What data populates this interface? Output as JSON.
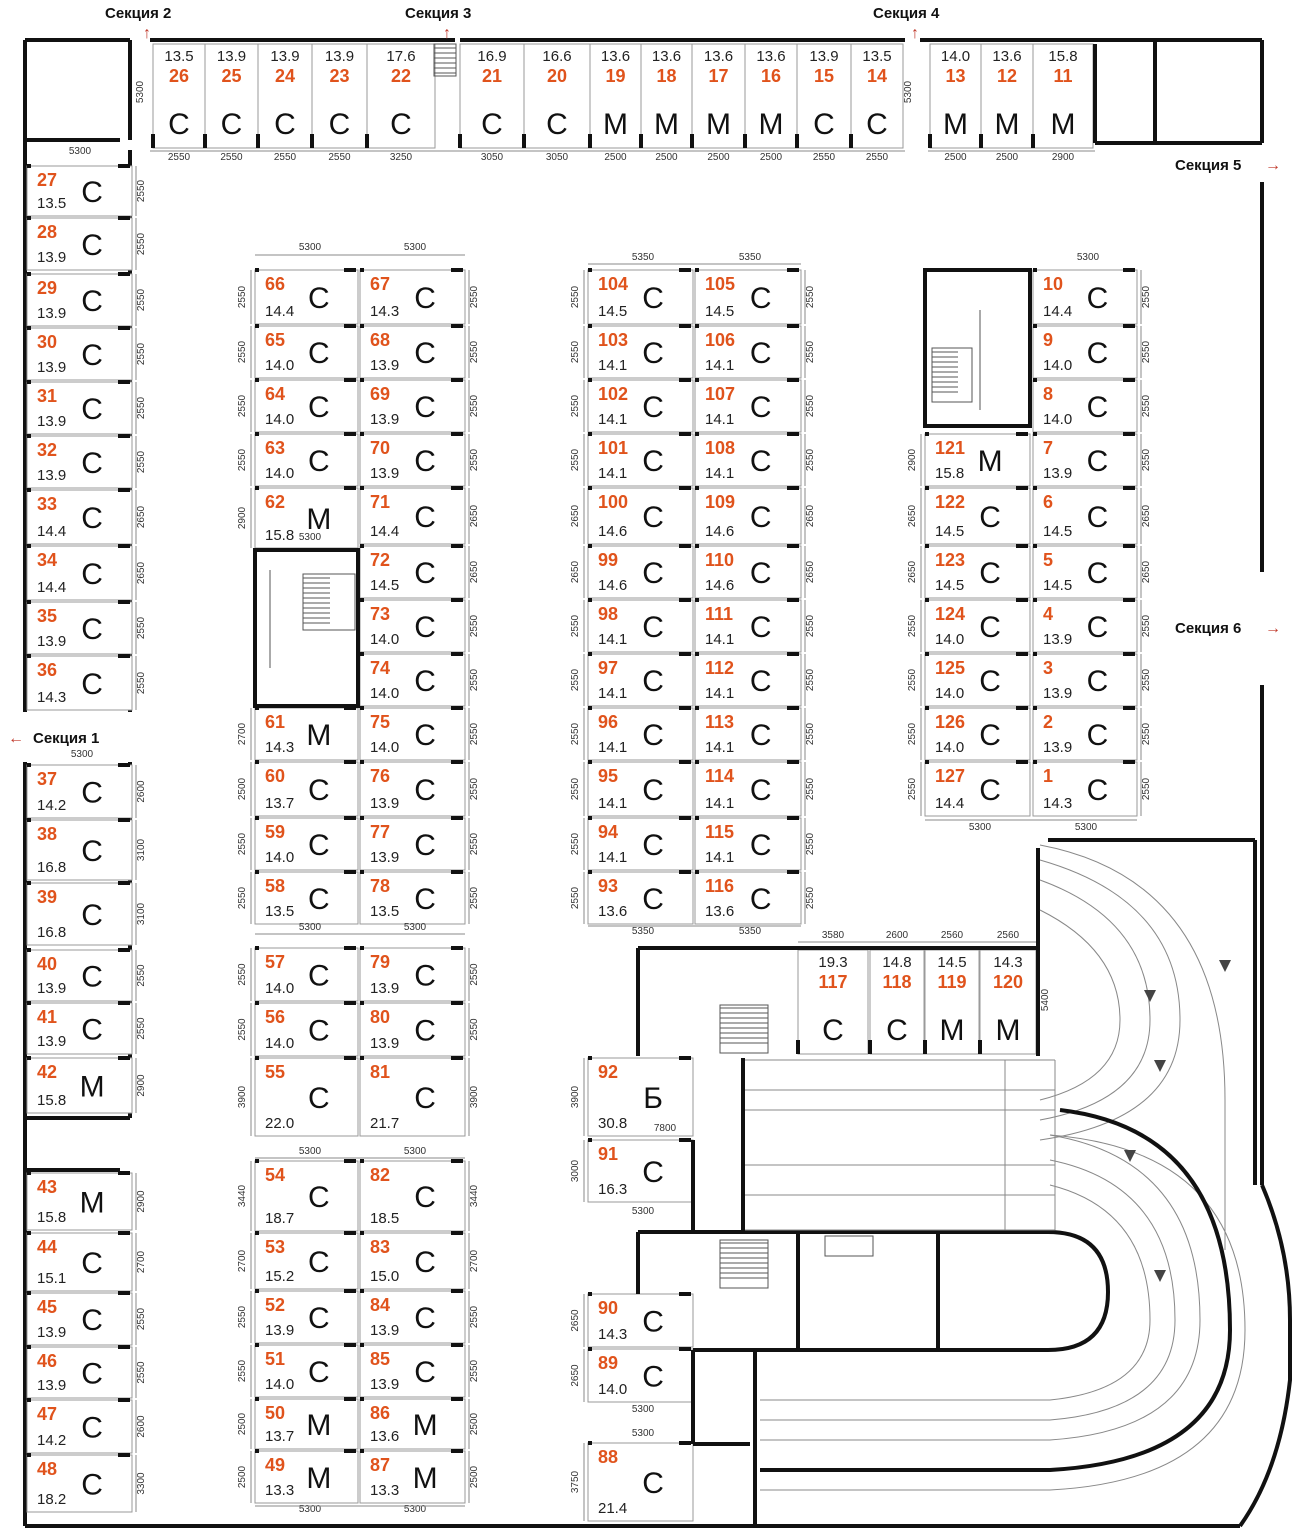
{
  "sections": [
    {
      "label": "Секция 2",
      "arrow": "↑"
    },
    {
      "label": "Секция 3",
      "arrow": "↑"
    },
    {
      "label": "Секция 4",
      "arrow": "↑"
    },
    {
      "label": "Секция 5",
      "arrow": "→"
    },
    {
      "label": "Секция 6",
      "arrow": "→"
    },
    {
      "label": "Секция 1",
      "arrow": "←"
    }
  ],
  "type_labels": {
    "C": "C",
    "M": "M",
    "B": "Б"
  },
  "top_units": [
    {
      "num": "26",
      "area": "13.5",
      "type": "C",
      "dim": "2550"
    },
    {
      "num": "25",
      "area": "13.9",
      "type": "C",
      "dim": "2550"
    },
    {
      "num": "24",
      "area": "13.9",
      "type": "C",
      "dim": "2550"
    },
    {
      "num": "23",
      "area": "13.9",
      "type": "C",
      "dim": "2550"
    },
    {
      "num": "22",
      "area": "17.6",
      "type": "C",
      "dim": "3250"
    },
    {
      "num": "21",
      "area": "16.9",
      "type": "C",
      "dim": "3050"
    },
    {
      "num": "20",
      "area": "16.6",
      "type": "C",
      "dim": "3050"
    },
    {
      "num": "19",
      "area": "13.6",
      "type": "M",
      "dim": "2500"
    },
    {
      "num": "18",
      "area": "13.6",
      "type": "M",
      "dim": "2500"
    },
    {
      "num": "17",
      "area": "13.6",
      "type": "M",
      "dim": "2500"
    },
    {
      "num": "16",
      "area": "13.6",
      "type": "M",
      "dim": "2500"
    },
    {
      "num": "15",
      "area": "13.9",
      "type": "C",
      "dim": "2550"
    },
    {
      "num": "14",
      "area": "13.5",
      "type": "C",
      "dim": "2550"
    },
    {
      "num": "13",
      "area": "14.0",
      "type": "M",
      "dim": "2500"
    },
    {
      "num": "12",
      "area": "13.6",
      "type": "M",
      "dim": "2500"
    },
    {
      "num": "11",
      "area": "15.8",
      "type": "M",
      "dim": "2900"
    }
  ],
  "left_units": [
    {
      "num": "27",
      "area": "13.5",
      "type": "C",
      "dim": "2550"
    },
    {
      "num": "28",
      "area": "13.9",
      "type": "C",
      "dim": "2550"
    },
    {
      "num": "29",
      "area": "13.9",
      "type": "C",
      "dim": "2550"
    },
    {
      "num": "30",
      "area": "13.9",
      "type": "C",
      "dim": "2550"
    },
    {
      "num": "31",
      "area": "13.9",
      "type": "C",
      "dim": "2550"
    },
    {
      "num": "32",
      "area": "13.9",
      "type": "C",
      "dim": "2550"
    },
    {
      "num": "33",
      "area": "14.4",
      "type": "C",
      "dim": "2650"
    },
    {
      "num": "34",
      "area": "14.4",
      "type": "C",
      "dim": "2650"
    },
    {
      "num": "35",
      "area": "13.9",
      "type": "C",
      "dim": "2550"
    },
    {
      "num": "36",
      "area": "14.3",
      "type": "C",
      "dim": "2550"
    },
    {
      "num": "37",
      "area": "14.2",
      "type": "C",
      "dim": "2600"
    },
    {
      "num": "38",
      "area": "16.8",
      "type": "C",
      "dim": "3100"
    },
    {
      "num": "39",
      "area": "16.8",
      "type": "C",
      "dim": "3100"
    },
    {
      "num": "40",
      "area": "13.9",
      "type": "C",
      "dim": "2550"
    },
    {
      "num": "41",
      "area": "13.9",
      "type": "C",
      "dim": "2550"
    },
    {
      "num": "42",
      "area": "15.8",
      "type": "M",
      "dim": "2900"
    },
    {
      "num": "43",
      "area": "15.8",
      "type": "M",
      "dim": "2900"
    },
    {
      "num": "44",
      "area": "15.1",
      "type": "C",
      "dim": "2700"
    },
    {
      "num": "45",
      "area": "13.9",
      "type": "C",
      "dim": "2550"
    },
    {
      "num": "46",
      "area": "13.9",
      "type": "C",
      "dim": "2550"
    },
    {
      "num": "47",
      "area": "14.2",
      "type": "C",
      "dim": "2600"
    },
    {
      "num": "48",
      "area": "18.2",
      "type": "C",
      "dim": "3300"
    }
  ],
  "block_a_left": [
    {
      "num": "66",
      "area": "14.4",
      "type": "C",
      "dim": "2550"
    },
    {
      "num": "65",
      "area": "14.0",
      "type": "C",
      "dim": "2550"
    },
    {
      "num": "64",
      "area": "14.0",
      "type": "C",
      "dim": "2550"
    },
    {
      "num": "63",
      "area": "14.0",
      "type": "C",
      "dim": "2550"
    },
    {
      "num": "62",
      "area": "15.8",
      "type": "M",
      "dim": "2900"
    },
    {
      "num": "61",
      "area": "14.3",
      "type": "M",
      "dim": "2700"
    },
    {
      "num": "60",
      "area": "13.7",
      "type": "C",
      "dim": "2500"
    },
    {
      "num": "59",
      "area": "14.0",
      "type": "C",
      "dim": "2550"
    },
    {
      "num": "58",
      "area": "13.5",
      "type": "C",
      "dim": "2550"
    },
    {
      "num": "57",
      "area": "14.0",
      "type": "C",
      "dim": "2550"
    },
    {
      "num": "56",
      "area": "14.0",
      "type": "C",
      "dim": "2550"
    },
    {
      "num": "55",
      "area": "22.0",
      "type": "C",
      "dim": "3900"
    },
    {
      "num": "54",
      "area": "18.7",
      "type": "C",
      "dim": "3440"
    },
    {
      "num": "53",
      "area": "15.2",
      "type": "C",
      "dim": "2700"
    },
    {
      "num": "52",
      "area": "13.9",
      "type": "C",
      "dim": "2550"
    },
    {
      "num": "51",
      "area": "14.0",
      "type": "C",
      "dim": "2550"
    },
    {
      "num": "50",
      "area": "13.7",
      "type": "M",
      "dim": "2500"
    },
    {
      "num": "49",
      "area": "13.3",
      "type": "M",
      "dim": "2500"
    }
  ],
  "block_a_right": [
    {
      "num": "67",
      "area": "14.3",
      "type": "C",
      "dim": "2550"
    },
    {
      "num": "68",
      "area": "13.9",
      "type": "C",
      "dim": "2550"
    },
    {
      "num": "69",
      "area": "13.9",
      "type": "C",
      "dim": "2550"
    },
    {
      "num": "70",
      "area": "13.9",
      "type": "C",
      "dim": "2550"
    },
    {
      "num": "71",
      "area": "14.4",
      "type": "C",
      "dim": "2650"
    },
    {
      "num": "72",
      "area": "14.5",
      "type": "C",
      "dim": "2650"
    },
    {
      "num": "73",
      "area": "14.0",
      "type": "C",
      "dim": "2550"
    },
    {
      "num": "74",
      "area": "14.0",
      "type": "C",
      "dim": "2550"
    },
    {
      "num": "75",
      "area": "14.0",
      "type": "C",
      "dim": "2550"
    },
    {
      "num": "76",
      "area": "13.9",
      "type": "C",
      "dim": "2550"
    },
    {
      "num": "77",
      "area": "13.9",
      "type": "C",
      "dim": "2550"
    },
    {
      "num": "78",
      "area": "13.5",
      "type": "C",
      "dim": "2550"
    },
    {
      "num": "79",
      "area": "13.9",
      "type": "C",
      "dim": "2550"
    },
    {
      "num": "80",
      "area": "13.9",
      "type": "C",
      "dim": "2550"
    },
    {
      "num": "81",
      "area": "21.7",
      "type": "C",
      "dim": "3900"
    },
    {
      "num": "82",
      "area": "18.5",
      "type": "C",
      "dim": "3440"
    },
    {
      "num": "83",
      "area": "15.0",
      "type": "C",
      "dim": "2700"
    },
    {
      "num": "84",
      "area": "13.9",
      "type": "C",
      "dim": "2550"
    },
    {
      "num": "85",
      "area": "13.9",
      "type": "C",
      "dim": "2550"
    },
    {
      "num": "86",
      "area": "13.6",
      "type": "M",
      "dim": "2500"
    },
    {
      "num": "87",
      "area": "13.3",
      "type": "M",
      "dim": "2500"
    }
  ],
  "block_b_left": [
    {
      "num": "104",
      "area": "14.5",
      "type": "C",
      "dim": "2550"
    },
    {
      "num": "103",
      "area": "14.1",
      "type": "C",
      "dim": "2550"
    },
    {
      "num": "102",
      "area": "14.1",
      "type": "C",
      "dim": "2550"
    },
    {
      "num": "101",
      "area": "14.1",
      "type": "C",
      "dim": "2550"
    },
    {
      "num": "100",
      "area": "14.6",
      "type": "C",
      "dim": "2650"
    },
    {
      "num": "99",
      "area": "14.6",
      "type": "C",
      "dim": "2650"
    },
    {
      "num": "98",
      "area": "14.1",
      "type": "C",
      "dim": "2550"
    },
    {
      "num": "97",
      "area": "14.1",
      "type": "C",
      "dim": "2550"
    },
    {
      "num": "96",
      "area": "14.1",
      "type": "C",
      "dim": "2550"
    },
    {
      "num": "95",
      "area": "14.1",
      "type": "C",
      "dim": "2550"
    },
    {
      "num": "94",
      "area": "14.1",
      "type": "C",
      "dim": "2550"
    },
    {
      "num": "93",
      "area": "13.6",
      "type": "C",
      "dim": "2550"
    }
  ],
  "block_b_right": [
    {
      "num": "105",
      "area": "14.5",
      "type": "C",
      "dim": "2550"
    },
    {
      "num": "106",
      "area": "14.1",
      "type": "C",
      "dim": "2550"
    },
    {
      "num": "107",
      "area": "14.1",
      "type": "C",
      "dim": "2550"
    },
    {
      "num": "108",
      "area": "14.1",
      "type": "C",
      "dim": "2550"
    },
    {
      "num": "109",
      "area": "14.6",
      "type": "C",
      "dim": "2650"
    },
    {
      "num": "110",
      "area": "14.6",
      "type": "C",
      "dim": "2650"
    },
    {
      "num": "111",
      "area": "14.1",
      "type": "C",
      "dim": "2550"
    },
    {
      "num": "112",
      "area": "14.1",
      "type": "C",
      "dim": "2550"
    },
    {
      "num": "113",
      "area": "14.1",
      "type": "C",
      "dim": "2550"
    },
    {
      "num": "114",
      "area": "14.1",
      "type": "C",
      "dim": "2550"
    },
    {
      "num": "115",
      "area": "14.1",
      "type": "C",
      "dim": "2550"
    },
    {
      "num": "116",
      "area": "13.6",
      "type": "C",
      "dim": "2550"
    }
  ],
  "block_c_left": [
    {
      "num": "121",
      "area": "15.8",
      "type": "M",
      "dim": "2900"
    },
    {
      "num": "122",
      "area": "14.5",
      "type": "C",
      "dim": "2650"
    },
    {
      "num": "123",
      "area": "14.5",
      "type": "C",
      "dim": "2650"
    },
    {
      "num": "124",
      "area": "14.0",
      "type": "C",
      "dim": "2550"
    },
    {
      "num": "125",
      "area": "14.0",
      "type": "C",
      "dim": "2550"
    },
    {
      "num": "126",
      "area": "14.0",
      "type": "C",
      "dim": "2550"
    },
    {
      "num": "127",
      "area": "14.4",
      "type": "C",
      "dim": "2550"
    }
  ],
  "block_c_right": [
    {
      "num": "10",
      "area": "14.4",
      "type": "C",
      "dim": "2550"
    },
    {
      "num": "9",
      "area": "14.0",
      "type": "C",
      "dim": "2550"
    },
    {
      "num": "8",
      "area": "14.0",
      "type": "C",
      "dim": "2550"
    },
    {
      "num": "7",
      "area": "13.9",
      "type": "C",
      "dim": "2550"
    },
    {
      "num": "6",
      "area": "14.5",
      "type": "C",
      "dim": "2650"
    },
    {
      "num": "5",
      "area": "14.5",
      "type": "C",
      "dim": "2650"
    },
    {
      "num": "4",
      "area": "13.9",
      "type": "C",
      "dim": "2550"
    },
    {
      "num": "3",
      "area": "13.9",
      "type": "C",
      "dim": "2550"
    },
    {
      "num": "2",
      "area": "13.9",
      "type": "C",
      "dim": "2550"
    },
    {
      "num": "1",
      "area": "14.3",
      "type": "C",
      "dim": "2550"
    }
  ],
  "mid_units": [
    {
      "num": "117",
      "area": "19.3",
      "type": "C",
      "dim": "3580"
    },
    {
      "num": "118",
      "area": "14.8",
      "type": "C",
      "dim": "2600"
    },
    {
      "num": "119",
      "area": "14.5",
      "type": "M",
      "dim": "2560"
    },
    {
      "num": "120",
      "area": "14.3",
      "type": "M",
      "dim": "2560"
    }
  ],
  "lower_units": [
    {
      "num": "92",
      "area": "30.8",
      "type": "B",
      "dim": "3900"
    },
    {
      "num": "91",
      "area": "16.3",
      "type": "C",
      "dim": "3000"
    },
    {
      "num": "90",
      "area": "14.3",
      "type": "C",
      "dim": "2650"
    },
    {
      "num": "89",
      "area": "14.0",
      "type": "C",
      "dim": "2650"
    },
    {
      "num": "88",
      "area": "21.4",
      "type": "C",
      "dim": "3750"
    }
  ],
  "dims": {
    "w5300": "5300",
    "w5350": "5350",
    "w7800": "7800",
    "h5300": "5300",
    "h5400": "5400"
  }
}
